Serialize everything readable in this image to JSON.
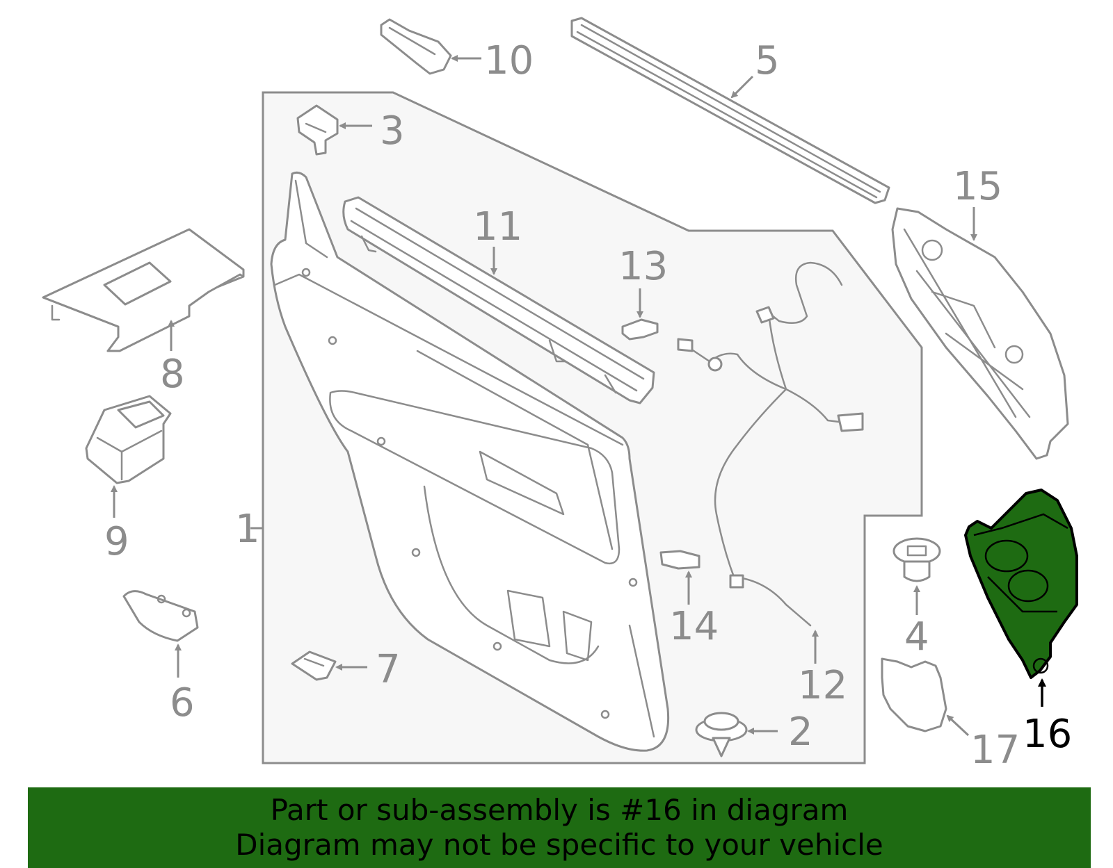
{
  "colors": {
    "highlight": "#1e6b12",
    "line": "#8c8c8c",
    "panel_fill": "#f7f7f7",
    "banner_bg": "#1e6b12"
  },
  "callouts": [
    {
      "id": "1",
      "label": "1"
    },
    {
      "id": "2",
      "label": "2"
    },
    {
      "id": "3",
      "label": "3"
    },
    {
      "id": "4",
      "label": "4"
    },
    {
      "id": "5",
      "label": "5"
    },
    {
      "id": "6",
      "label": "6"
    },
    {
      "id": "7",
      "label": "7"
    },
    {
      "id": "8",
      "label": "8"
    },
    {
      "id": "9",
      "label": "9"
    },
    {
      "id": "10",
      "label": "10"
    },
    {
      "id": "11",
      "label": "11"
    },
    {
      "id": "12",
      "label": "12"
    },
    {
      "id": "13",
      "label": "13"
    },
    {
      "id": "14",
      "label": "14"
    },
    {
      "id": "15",
      "label": "15"
    },
    {
      "id": "16",
      "label": "16",
      "highlighted": true
    },
    {
      "id": "17",
      "label": "17"
    }
  ],
  "banner": {
    "line1": "Part or sub-assembly is #16 in diagram",
    "line2": "Diagram may not be specific to your vehicle"
  }
}
